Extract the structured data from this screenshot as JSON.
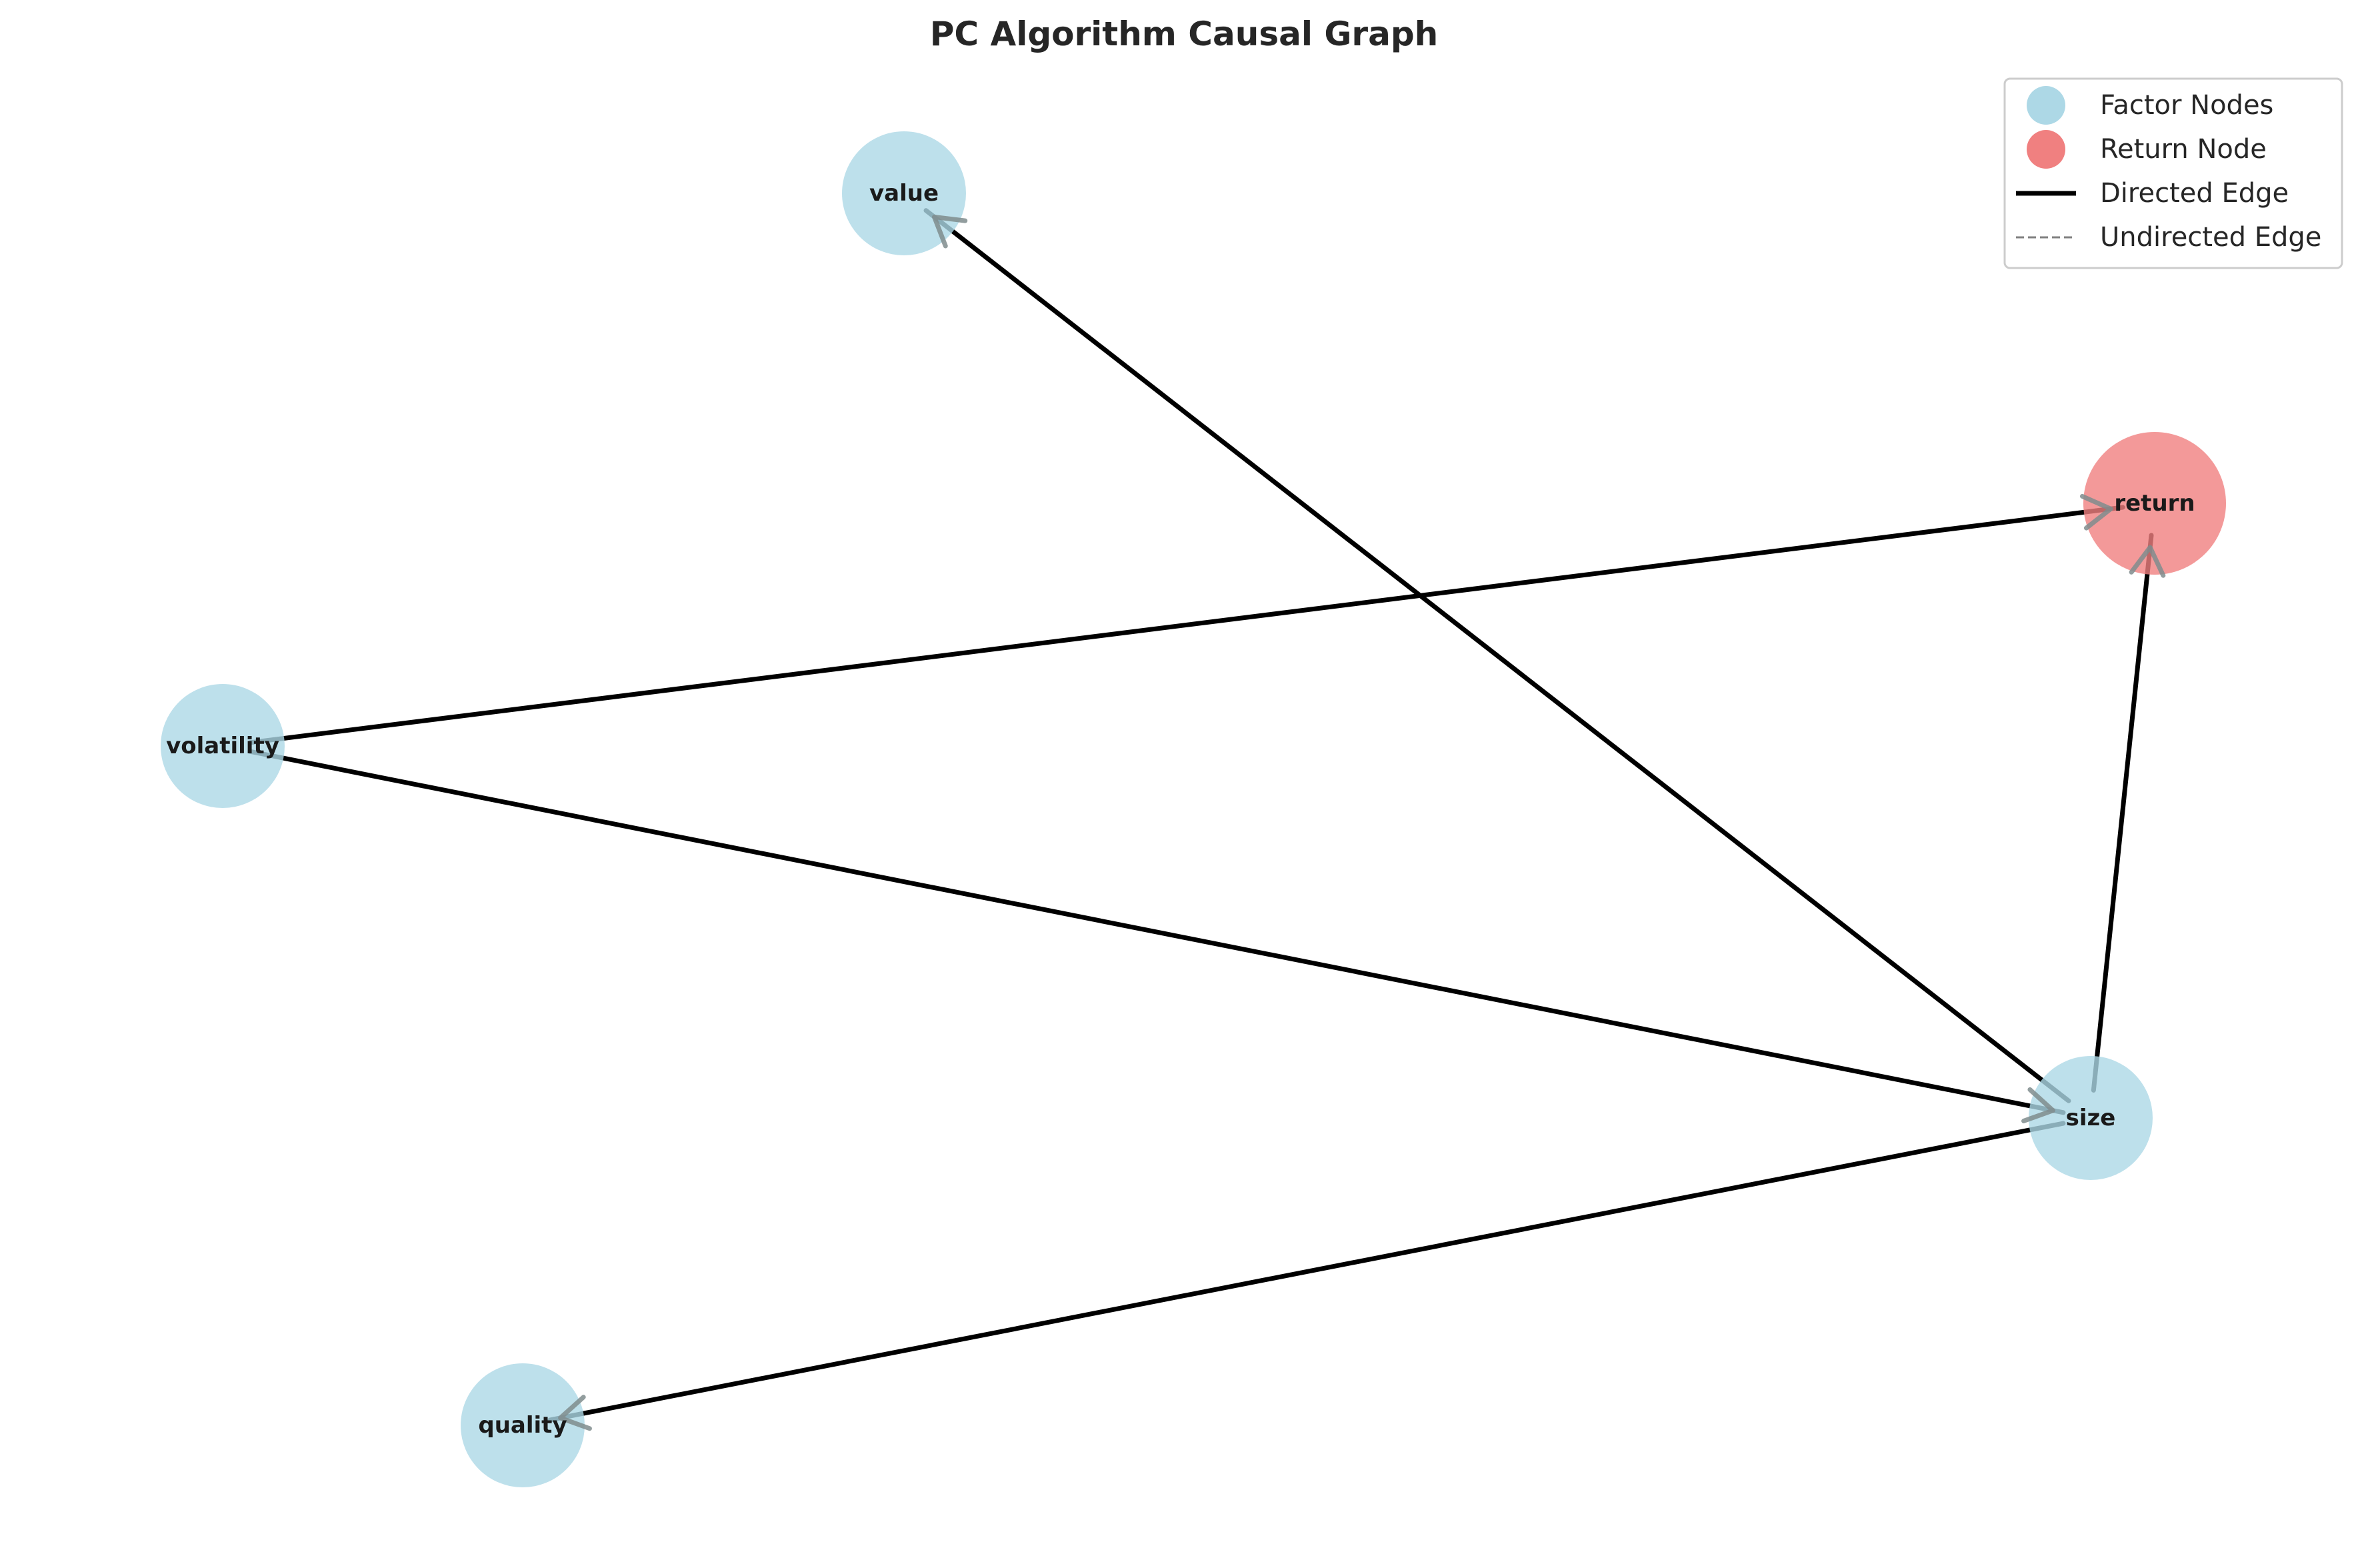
{
  "title": "PC Algorithm Causal Graph",
  "colors": {
    "factor_node": "#add8e6",
    "return_node": "#f08080",
    "directed_edge": "#000000",
    "undirected_edge": "#808080",
    "arrowhead": "#7f8c8d"
  },
  "nodes": [
    {
      "id": "value",
      "label": "value",
      "kind": "factor"
    },
    {
      "id": "return",
      "label": "return",
      "kind": "return"
    },
    {
      "id": "volatility",
      "label": "volatility",
      "kind": "factor"
    },
    {
      "id": "size",
      "label": "size",
      "kind": "factor"
    },
    {
      "id": "quality",
      "label": "quality",
      "kind": "factor"
    }
  ],
  "edges": [
    {
      "source": "size",
      "target": "value",
      "type": "directed"
    },
    {
      "source": "volatility",
      "target": "return",
      "type": "directed"
    },
    {
      "source": "volatility",
      "target": "size",
      "type": "directed"
    },
    {
      "source": "size",
      "target": "return",
      "type": "directed"
    },
    {
      "source": "size",
      "target": "quality",
      "type": "directed"
    }
  ],
  "legend": {
    "position": "top-right",
    "items": [
      {
        "label": "Factor Nodes",
        "marker": "circle",
        "color": "#add8e6"
      },
      {
        "label": "Return Node",
        "marker": "circle",
        "color": "#f08080"
      },
      {
        "label": "Directed Edge",
        "marker": "solid-line",
        "color": "#000000"
      },
      {
        "label": "Undirected Edge",
        "marker": "dashed-line",
        "color": "#808080"
      }
    ]
  }
}
